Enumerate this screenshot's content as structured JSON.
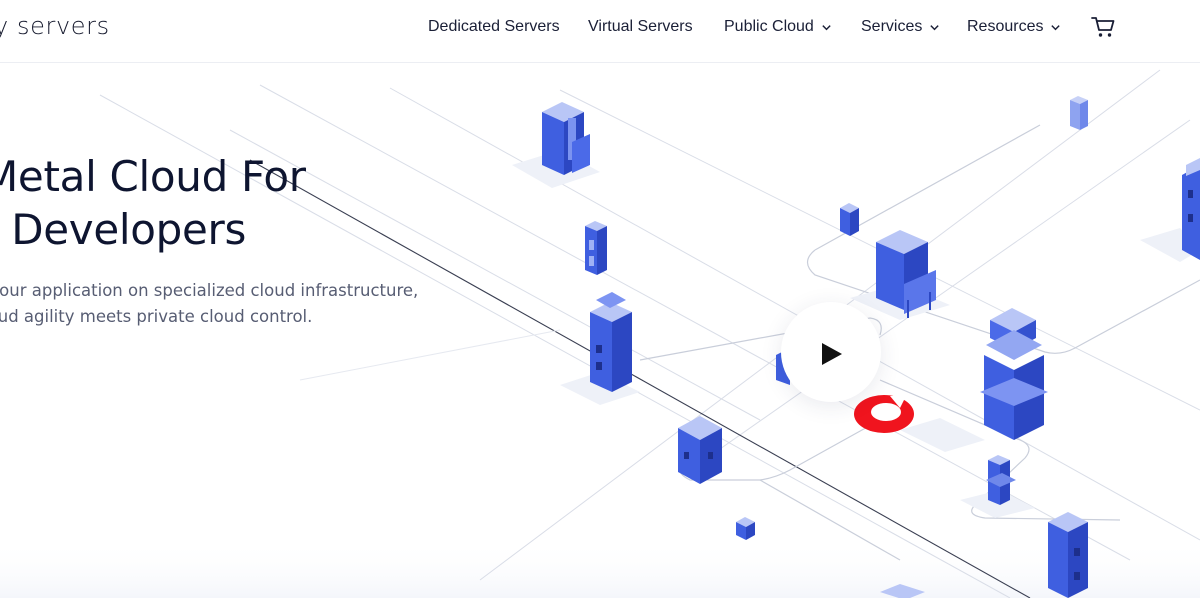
{
  "header": {
    "logo_text": "y servers",
    "nav": [
      {
        "label": "Dedicated Servers",
        "has_dropdown": false
      },
      {
        "label": "Virtual Servers",
        "has_dropdown": false
      },
      {
        "label": "Public Cloud",
        "has_dropdown": true
      },
      {
        "label": "Services",
        "has_dropdown": true
      },
      {
        "label": "Resources",
        "has_dropdown": true
      }
    ],
    "cart_icon": "shopping-cart-icon"
  },
  "hero": {
    "title_line1": "Metal Cloud For",
    "title_line2": "t Developers",
    "subtitle_line1": "e your application on specialized cloud infrastructure,",
    "subtitle_line2": "cloud agility meets private cloud control."
  },
  "video": {
    "play_icon": "play-icon"
  },
  "colors": {
    "text_dark": "#0e1530",
    "text_muted": "#575d73",
    "building_blue": "#3f5fe0",
    "accent_red": "#f0141e"
  }
}
